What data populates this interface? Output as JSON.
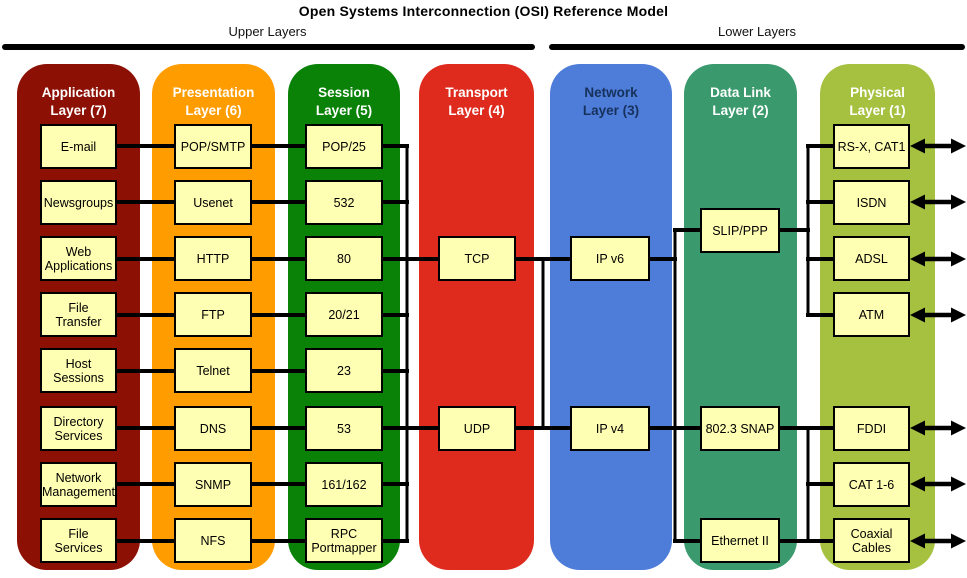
{
  "title": "Open Systems Interconnection (OSI) Reference Model",
  "sections": {
    "upper_label": "Upper Layers",
    "lower_label": "Lower Layers"
  },
  "colors": {
    "application": "#8C1004",
    "presentation": "#FF9C00",
    "session": "#098207",
    "transport": "#DE2B1E",
    "network": "#4E7CD9",
    "datalink": "#3A9A6D",
    "physical": "#A5C13F",
    "node_fill": "#FFFFB3",
    "line": "#000000",
    "header_text": "#FFFFFF",
    "network_header_text": "#16325C"
  },
  "icons": {
    "physical_media_arrow": "double-headed-arrow"
  },
  "columns": [
    {
      "header": "Application\nLayer (7)",
      "boxes": [
        {
          "label": "E-mail"
        },
        {
          "label": "Newsgroups"
        },
        {
          "label": "Web\nApplications"
        },
        {
          "label": "File\nTransfer"
        },
        {
          "label": "Host\nSessions"
        },
        {
          "label": "Directory\nServices"
        },
        {
          "label": "Network\nManagement"
        },
        {
          "label": "File\nServices"
        }
      ]
    },
    {
      "header": "Presentation\nLayer (6)",
      "boxes": [
        {
          "label": "POP/SMTP"
        },
        {
          "label": "Usenet"
        },
        {
          "label": "HTTP"
        },
        {
          "label": "FTP"
        },
        {
          "label": "Telnet"
        },
        {
          "label": "DNS"
        },
        {
          "label": "SNMP"
        },
        {
          "label": "NFS"
        }
      ]
    },
    {
      "header": "Session\nLayer (5)",
      "boxes": [
        {
          "label": "POP/25"
        },
        {
          "label": "532"
        },
        {
          "label": "80"
        },
        {
          "label": "20/21"
        },
        {
          "label": "23"
        },
        {
          "label": "53"
        },
        {
          "label": "161/162"
        },
        {
          "label": "RPC\nPortmapper"
        }
      ]
    },
    {
      "header": "Transport\nLayer (4)",
      "boxes": [
        {
          "label": "TCP"
        },
        {
          "label": "UDP"
        }
      ]
    },
    {
      "header": "Network\nLayer (3)",
      "boxes": [
        {
          "label": "IP v6"
        },
        {
          "label": "IP v4"
        }
      ]
    },
    {
      "header": "Data Link\nLayer (2)",
      "boxes": [
        {
          "label": "SLIP/PPP"
        },
        {
          "label": "802.3 SNAP"
        },
        {
          "label": "Ethernet II"
        }
      ]
    },
    {
      "header": "Physical\nLayer (1)",
      "boxes": [
        {
          "label": "RS-X, CAT1"
        },
        {
          "label": "ISDN"
        },
        {
          "label": "ADSL"
        },
        {
          "label": "ATM"
        },
        {
          "label": "FDDI"
        },
        {
          "label": "CAT 1-6"
        },
        {
          "label": "Coaxial\nCables"
        }
      ]
    }
  ]
}
